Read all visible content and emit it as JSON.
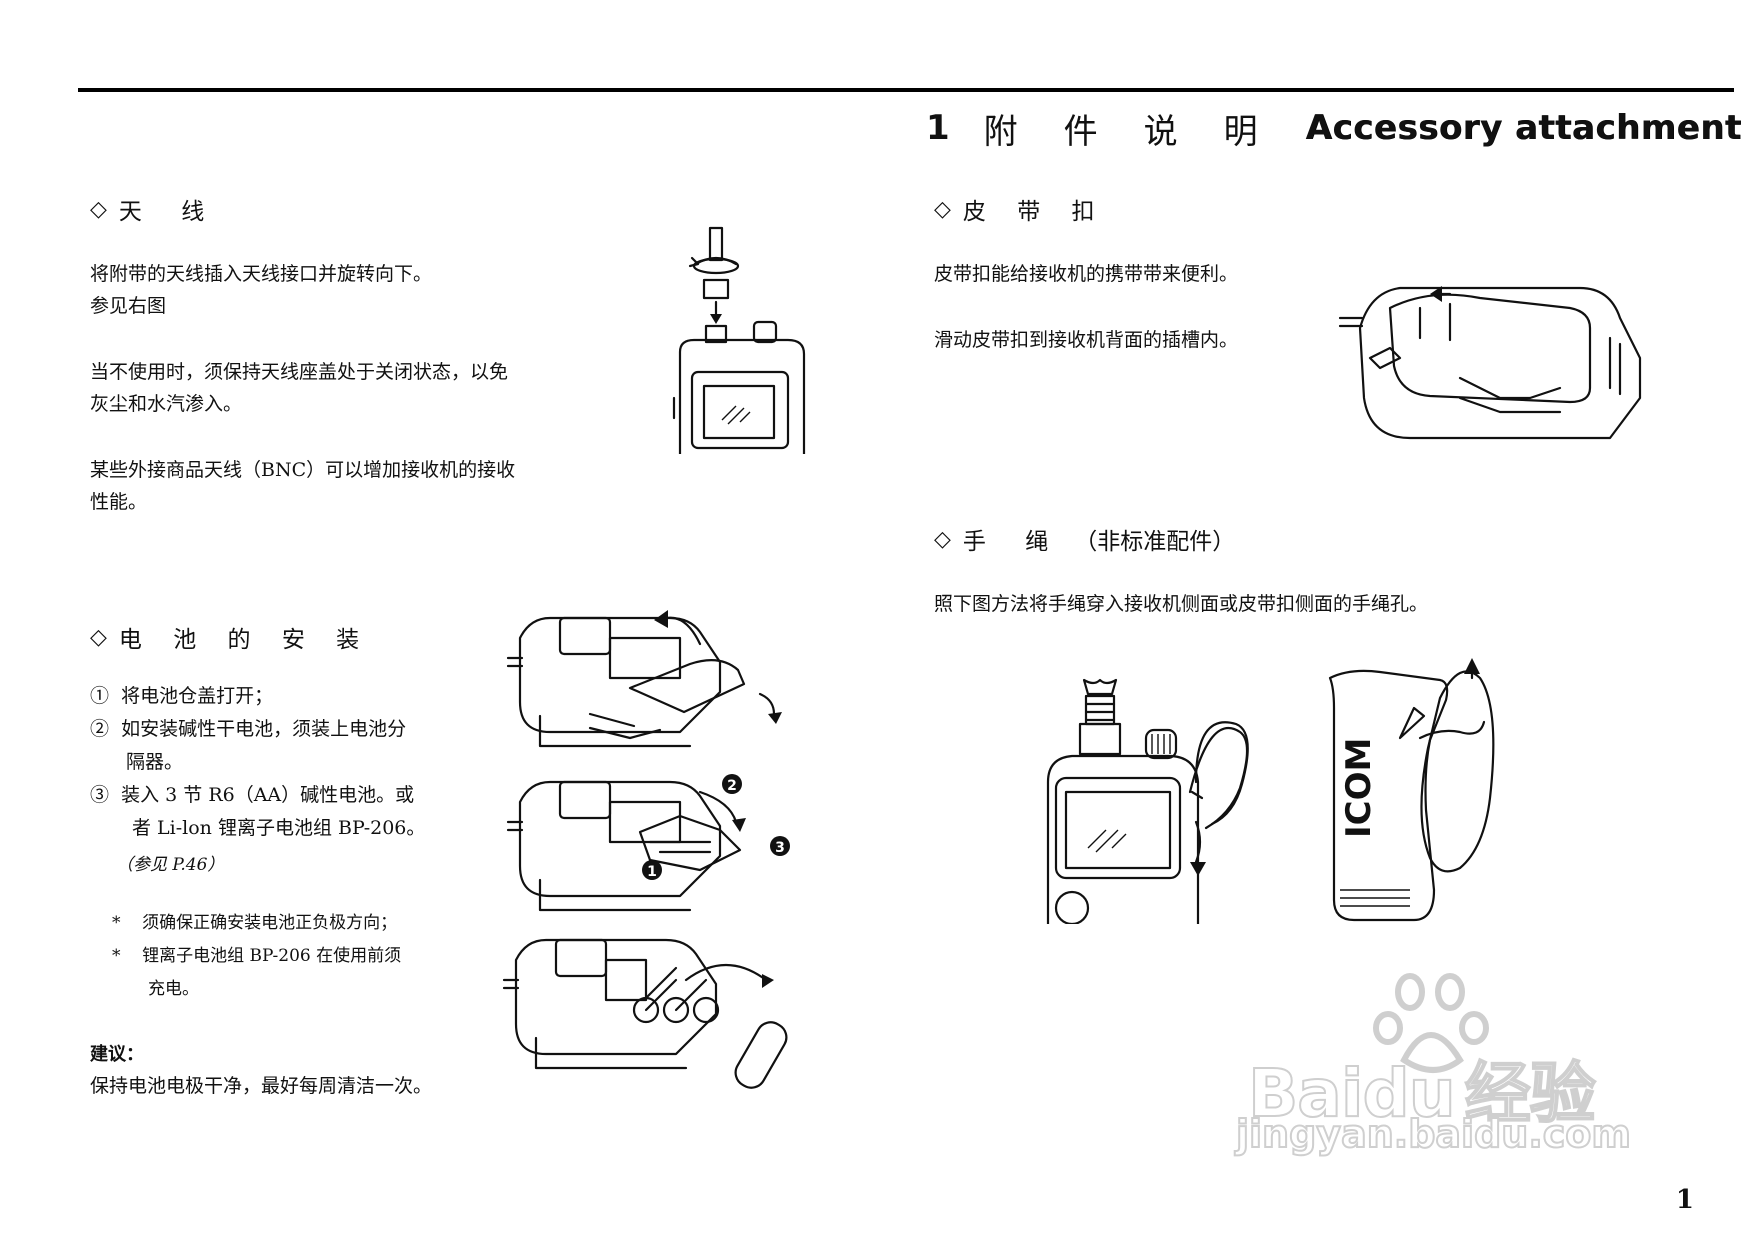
{
  "chapter": {
    "number": "1",
    "title_cn": "附件说明",
    "title_en": "Accessory attachment"
  },
  "antenna": {
    "heading": "天 线",
    "lines": [
      "将附带的天线插入天线接口并旋转向下。",
      "参见右图",
      "当不使用时，须保持天线座盖处于关闭状态，以免",
      "灰尘和水汽渗入。",
      "某些外接商品天线（BNC）可以增加接收机的接收",
      "性能。"
    ]
  },
  "battery": {
    "heading": "电 池 的 安 装",
    "steps": [
      {
        "mark": "①",
        "text": "将电池仓盖打开；"
      },
      {
        "mark": "②",
        "text": "如安装碱性干电池，须装上电池分"
      },
      {
        "mark": "",
        "text": "隔器。"
      },
      {
        "mark": "③",
        "text": "装入 3 节 R6（AA）碱性电池。或"
      },
      {
        "mark": "",
        "text": "者 Li-lon  锂离子电池组 BP-206。"
      }
    ],
    "ref": "（参见 P.46）",
    "notes": [
      {
        "mark": "*",
        "text": "须确保正确安装电池正负极方向；"
      },
      {
        "mark": "*",
        "text": "锂离子电池组 BP-206 在使用前须"
      },
      {
        "mark": "",
        "text": "充电。"
      }
    ],
    "advice_label": "建议：",
    "advice_text": "保持电池电极干净，最好每周清洁一次。",
    "callouts": [
      "1",
      "2",
      "3"
    ]
  },
  "belt_clip": {
    "heading": "皮 带 扣",
    "lines": [
      "皮带扣能给接收机的携带带来便利。",
      "滑动皮带扣到接收机背面的插槽内。"
    ]
  },
  "hand_strap": {
    "heading": "手  绳",
    "heading_note": "（非标准配件）",
    "lines": [
      "照下图方法将手绳穿入接收机侧面或皮带扣侧面的手绳孔。"
    ],
    "brand": "ICOM"
  },
  "watermark": {
    "brand": "Baidu",
    "cn": "经验",
    "url": "jingyan.baidu.com"
  },
  "page_number": "1"
}
